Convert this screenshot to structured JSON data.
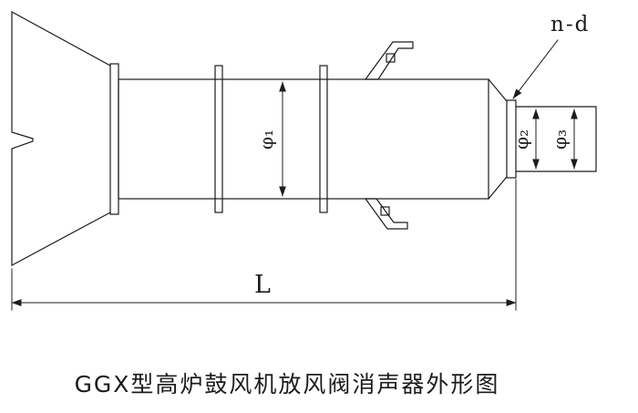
{
  "drawing": {
    "labels": {
      "n_d": "n-d",
      "phi1": "φ₁",
      "phi2": "φ₂",
      "phi3": "φ₃",
      "length": "L"
    },
    "caption": "GGX型高炉鼓风机放风阀消声器外形图",
    "colors": {
      "line": "#1c1c1c",
      "background": "#ffffff"
    }
  }
}
